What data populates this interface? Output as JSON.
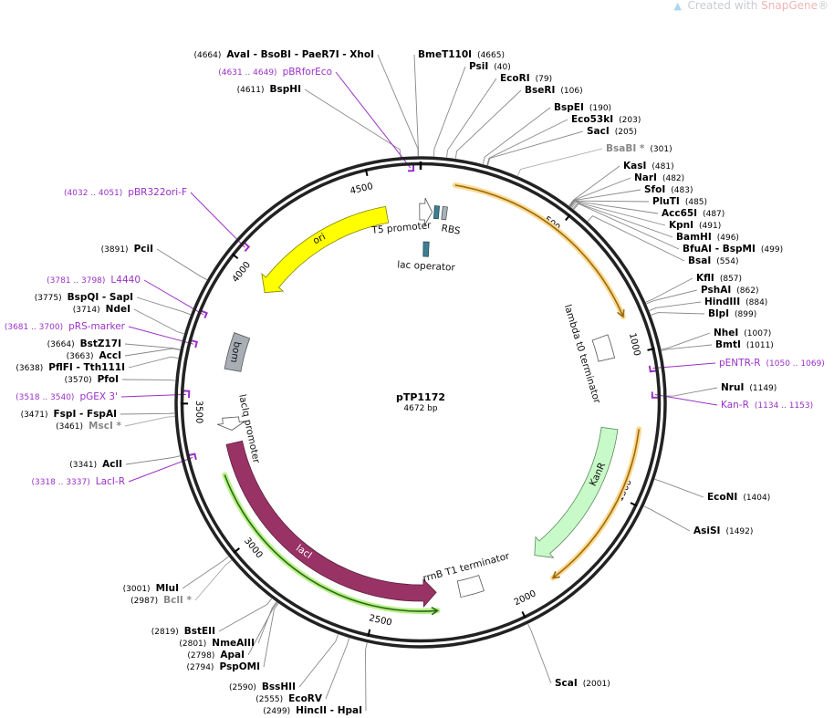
{
  "watermark": {
    "prefix": "Created with ",
    "brand": "SnapGene",
    "suffix": "®",
    "icon": "snapgene-logo-icon"
  },
  "map": {
    "name": "pTP1172",
    "length_label": "4672 bp",
    "length_bp": 4672,
    "ticks": [
      {
        "bp": 500,
        "label": "500"
      },
      {
        "bp": 1000,
        "label": "1000"
      },
      {
        "bp": 1500,
        "label": "1500"
      },
      {
        "bp": 2000,
        "label": "2000"
      },
      {
        "bp": 2500,
        "label": "2500"
      },
      {
        "bp": 3000,
        "label": "3000"
      },
      {
        "bp": 3500,
        "label": "3500"
      },
      {
        "bp": 4000,
        "label": "4000"
      },
      {
        "bp": 4500,
        "label": "4500"
      }
    ]
  },
  "colors": {
    "primer": "#9b30c8",
    "ring": "#222222",
    "leader": "#888888"
  },
  "features": [
    {
      "label": "ori",
      "start": 3960,
      "end": 4540,
      "direction": -1,
      "fill": "#ffff00",
      "stroke": "#808000",
      "type": "arrow"
    },
    {
      "label": "KanR",
      "start": 1270,
      "end": 1860,
      "direction": 1,
      "fill": "#c8f9c8",
      "stroke": "#5a8a5a",
      "type": "arrow"
    },
    {
      "label": "lacI",
      "start": 2275,
      "end": 3345,
      "direction": -1,
      "fill": "#993366",
      "stroke": "#5a1f3c",
      "type": "arrow"
    },
    {
      "label": "lacIq promoter",
      "start": 3395,
      "end": 3445,
      "direction": -1,
      "fill": "#ffffff",
      "stroke": "#555555",
      "type": "arrow"
    },
    {
      "label": "bom",
      "start": 3630,
      "end": 3770,
      "direction": 0,
      "fill": "#a8aeb6",
      "stroke": "#555555",
      "type": "box"
    },
    {
      "label": "lambda t0 terminator",
      "start": 910,
      "end": 1000,
      "direction": 0,
      "fill": "#ffffff",
      "stroke": "#555555",
      "type": "box"
    },
    {
      "label": "rrnB T1 terminator",
      "start": 2095,
      "end": 2185,
      "direction": 0,
      "fill": "#ffffff",
      "stroke": "#555555",
      "type": "box"
    },
    {
      "label": "T5 promoter",
      "start": 4668,
      "end": 4717,
      "direction": 1,
      "fill": "#ffffff",
      "stroke": "#555555",
      "type": "arrow"
    },
    {
      "label": "RBS",
      "start": 84,
      "end": 102,
      "direction": 0,
      "fill": "#a8b4bc",
      "stroke": "#555555",
      "type": "box"
    },
    {
      "label": "lac operator",
      "start": 13,
      "end": 39,
      "direction": 0,
      "fill": "#3d7f90",
      "stroke": "#234a55",
      "type": "box",
      "inner": true
    },
    {
      "label": "",
      "start": 53,
      "end": 71,
      "direction": 0,
      "fill": "#3d7f90",
      "stroke": "#234a55",
      "type": "box"
    }
  ],
  "orfs": [
    {
      "start": 117,
      "end": 870,
      "direction": 1,
      "color": "#9a6a10",
      "halo": "#fbd98f",
      "ring": "outer"
    },
    {
      "start": 1259,
      "end": 1856,
      "direction": 1,
      "color": "#9a6a10",
      "halo": "#fbd98f",
      "ring": "outer"
    },
    {
      "start": 2276,
      "end": 3240,
      "direction": -1,
      "color": "#2a6a10",
      "halo": "#b8f08a",
      "ring": "middle"
    }
  ],
  "enzymes": [
    {
      "name": "AvaI  - BsoBI  - PaeR7I  - XhoI",
      "pos": "(4664)",
      "bp": 4664
    },
    {
      "name": "BmeT110I",
      "pos": "(4665)",
      "bp": 4665
    },
    {
      "name": "PsiI",
      "pos": "(40)",
      "bp": 40
    },
    {
      "name": "EcoRI",
      "pos": "(79)",
      "bp": 79
    },
    {
      "name": "BseRI",
      "pos": "(106)",
      "bp": 106
    },
    {
      "name": "BspEI",
      "pos": "(190)",
      "bp": 190
    },
    {
      "name": "Eco53kI",
      "pos": "(203)",
      "bp": 203
    },
    {
      "name": "SacI",
      "pos": "(205)",
      "bp": 205
    },
    {
      "name": "BsaBI *",
      "pos": "(301)",
      "bp": 301,
      "dim": true
    },
    {
      "name": "KasI",
      "pos": "(481)",
      "bp": 481
    },
    {
      "name": "NarI",
      "pos": "(482)",
      "bp": 482
    },
    {
      "name": "SfoI",
      "pos": "(483)",
      "bp": 483
    },
    {
      "name": "PluTI",
      "pos": "(485)",
      "bp": 485
    },
    {
      "name": "Acc65I",
      "pos": "(487)",
      "bp": 487
    },
    {
      "name": "KpnI",
      "pos": "(491)",
      "bp": 491
    },
    {
      "name": "BamHI",
      "pos": "(496)",
      "bp": 496
    },
    {
      "name": "BfuAI  - BspMI",
      "pos": "(499)",
      "bp": 499
    },
    {
      "name": "BsaI",
      "pos": "(554)",
      "bp": 554
    },
    {
      "name": "KflI",
      "pos": "(857)",
      "bp": 857
    },
    {
      "name": "PshAI",
      "pos": "(862)",
      "bp": 862
    },
    {
      "name": "HindIII",
      "pos": "(884)",
      "bp": 884
    },
    {
      "name": "BlpI",
      "pos": "(899)",
      "bp": 899
    },
    {
      "name": "NheI",
      "pos": "(1007)",
      "bp": 1007
    },
    {
      "name": "BmtI",
      "pos": "(1011)",
      "bp": 1011
    },
    {
      "name": "NruI",
      "pos": "(1149)",
      "bp": 1149
    },
    {
      "name": "EcoNI",
      "pos": "(1404)",
      "bp": 1404
    },
    {
      "name": "AsiSI",
      "pos": "(1492)",
      "bp": 1492
    },
    {
      "name": "ScaI",
      "pos": "(2001)",
      "bp": 2001
    },
    {
      "name": "HincII  - HpaI",
      "pos": "(2499)",
      "bp": 2499
    },
    {
      "name": "EcoRV",
      "pos": "(2555)",
      "bp": 2555
    },
    {
      "name": "BssHII",
      "pos": "(2590)",
      "bp": 2590
    },
    {
      "name": "PspOMI",
      "pos": "(2794)",
      "bp": 2794
    },
    {
      "name": "ApaI",
      "pos": "(2798)",
      "bp": 2798
    },
    {
      "name": "NmeAIII",
      "pos": "(2801)",
      "bp": 2801
    },
    {
      "name": "BstEII",
      "pos": "(2819)",
      "bp": 2819
    },
    {
      "name": "BclI *",
      "pos": "(2987)",
      "bp": 2987,
      "dim": true
    },
    {
      "name": "MluI",
      "pos": "(3001)",
      "bp": 3001
    },
    {
      "name": "AclI",
      "pos": "(3341)",
      "bp": 3341
    },
    {
      "name": "FspI  - FspAI",
      "pos": "(3471)",
      "bp": 3471
    },
    {
      "name": "MscI *",
      "pos": "(3461)",
      "bp": 3461,
      "dim": true
    },
    {
      "name": "PfoI",
      "pos": "(3570)",
      "bp": 3570
    },
    {
      "name": "PflFI  - Tth111I",
      "pos": "(3638)",
      "bp": 3638
    },
    {
      "name": "AccI",
      "pos": "(3663)",
      "bp": 3663
    },
    {
      "name": "BstZ17I",
      "pos": "(3664)",
      "bp": 3664
    },
    {
      "name": "NdeI",
      "pos": "(3714)",
      "bp": 3714
    },
    {
      "name": "BspQI  - SapI",
      "pos": "(3775)",
      "bp": 3775
    },
    {
      "name": "PciI",
      "pos": "(3891)",
      "bp": 3891
    },
    {
      "name": "BspHI",
      "pos": "(4611)",
      "bp": 4611
    }
  ],
  "primers": [
    {
      "name": "pBRforEco",
      "range": "(4631 .. 4649)",
      "start": 4631,
      "end": 4649
    },
    {
      "name": "pENTR-R",
      "range": "(1050 .. 1069)",
      "start": 1050,
      "end": 1069
    },
    {
      "name": "Kan-R",
      "range": "(1134 .. 1153)",
      "start": 1134,
      "end": 1153
    },
    {
      "name": "pBR322ori-F",
      "range": "(4032 .. 4051)",
      "start": 4032,
      "end": 4051
    },
    {
      "name": "L4440",
      "range": "(3781 .. 3798)",
      "start": 3781,
      "end": 3798
    },
    {
      "name": "pRS-marker",
      "range": "(3681 .. 3700)",
      "start": 3681,
      "end": 3700
    },
    {
      "name": "pGEX 3'",
      "range": "(3518 .. 3540)",
      "start": 3518,
      "end": 3540
    },
    {
      "name": "LacI-R",
      "range": "(3318 .. 3337)",
      "start": 3318,
      "end": 3337
    }
  ]
}
